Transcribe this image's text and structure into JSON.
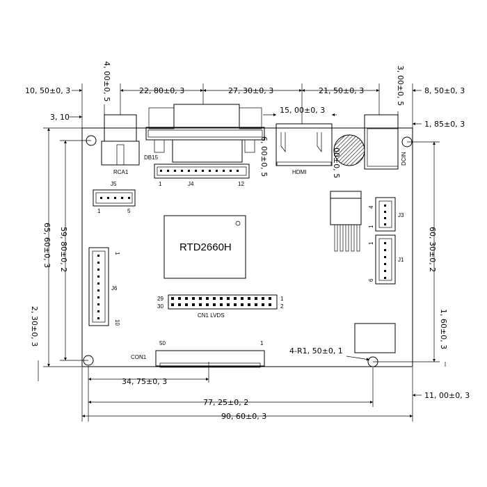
{
  "dimensions": {
    "hole_left_offset": "10, 50±0, 3",
    "hole_top_offset": "4, 00±0, 5",
    "rca_to_db": "22, 80±0, 3",
    "db_to_hdmi": "27, 30±0, 3",
    "hdmi_to_dc": "21, 50±0, 3",
    "dc_height": "3, 00±0, 5",
    "right_offset_top": "8, 50±0, 3",
    "left_small": "3, 10",
    "hdmi_width": "15, 00±0, 3",
    "right_small": "1, 85±0, 3",
    "db_depth": "6, 00±0, 5",
    "hdmi_depth": "00±0, 5",
    "board_height": "65, 60±0, 3",
    "hole_vertical": "59, 80±0, 2",
    "right_vertical": "60, 30±0, 2",
    "left_bottom": "2, 30±0, 3",
    "right_bottom": "1, 60±0, 3",
    "hole_radius": "4-R1, 50±0, 1",
    "con1_offset": "34, 75±0, 3",
    "hole_span": "77, 25±0, 2",
    "right_gap": "11, 00±0, 3",
    "board_width": "90, 60±0, 3"
  },
  "components": {
    "rca": "RCA1",
    "db15": "DB15",
    "hdmi": "HDMI",
    "dcin": "DCIN",
    "j4": "J4",
    "j4_pin_first": "1",
    "j4_pin_last": "12",
    "j5": "J5",
    "j5_pin_first": "1",
    "j5_pin_last": "5",
    "chip": "RTD2660H",
    "j3": "J3",
    "j3_pin_top": "4",
    "j3_pin_bottom": "1",
    "j1": "J1",
    "j1_pin_top": "1",
    "j1_pin_bottom": "6",
    "j6": "J6",
    "j6_pin_top": "1",
    "j6_pin_bottom": "10",
    "lvds_tl": "29",
    "lvds_bl": "30",
    "lvds_tr": "1",
    "lvds_br": "2",
    "lvds_label": "CN1  LVDS",
    "con1": "CON1",
    "con1_pin_left": "50",
    "con1_pin_right": "1"
  }
}
